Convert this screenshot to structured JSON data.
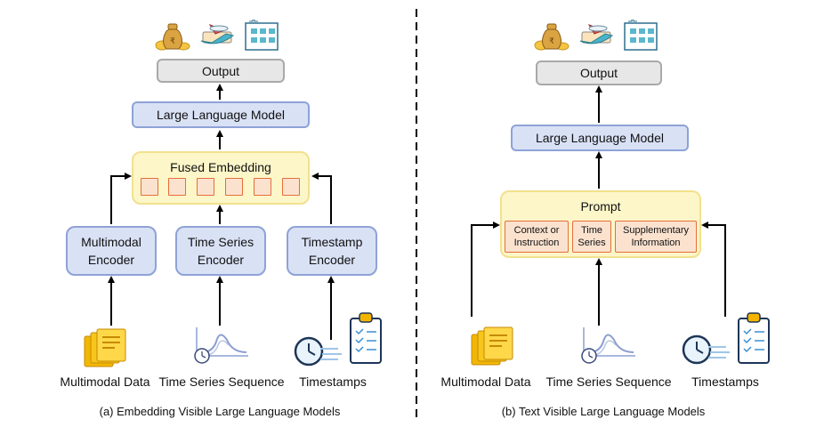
{
  "left": {
    "output": "Output",
    "llm": "Large Language Model",
    "fused": "Fused Embedding",
    "encoders": [
      "Multimodal\nEncoder",
      "Time Series\nEncoder",
      "Timestamp\nEncoder"
    ],
    "inputs": [
      "Multimodal Data",
      "Time Series Sequence",
      "Timestamps"
    ],
    "caption": "(a) Embedding Visible Large Language Models"
  },
  "right": {
    "output": "Output",
    "llm": "Large Language Model",
    "prompt": "Prompt",
    "prompt_parts": [
      "Context or\nInstruction",
      "Time\nSeries",
      "Supplementary\nInformation"
    ],
    "inputs": [
      "Multimodal Data",
      "Time Series Sequence",
      "Timestamps"
    ],
    "caption": "(b) Text Visible Large Language Models"
  },
  "colors": {
    "blue_fill": "#d9e1f5",
    "blue_border": "#8ea2d6",
    "yellow_fill": "#fdf6c9",
    "token_fill": "#fbe2cf",
    "token_border": "#e46f3a",
    "gray_fill": "#e7e7e7"
  },
  "icons": [
    "money-bag-icon",
    "plane-icon",
    "hospital-icon",
    "folder-icon",
    "time-series-plot-icon",
    "clock-icon",
    "clipboard-icon"
  ]
}
